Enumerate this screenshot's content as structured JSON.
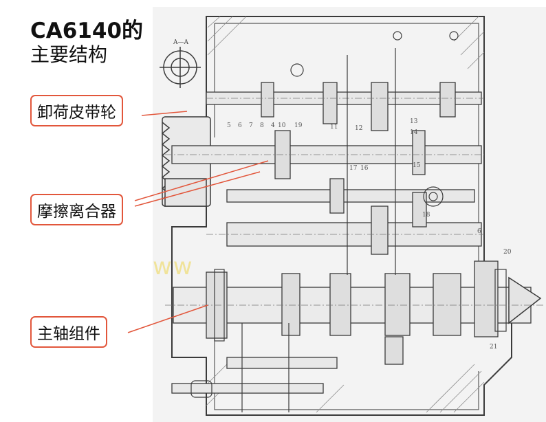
{
  "title": {
    "line1": "CA6140的",
    "line2": "主要结构"
  },
  "callouts": {
    "pulley": "卸荷皮带轮",
    "clutch": "摩擦离合器",
    "spindle": "主轴组件"
  },
  "watermark": "ww",
  "drawing_labels": {
    "section": "A—A",
    "numbers": [
      "5",
      "6",
      "7",
      "8",
      "4",
      "10",
      "11",
      "12",
      "13",
      "14",
      "15",
      "16",
      "17",
      "18",
      "19",
      "20",
      "21",
      "6"
    ]
  },
  "colors": {
    "callout_border": "#e2563b",
    "leader_line": "#e2563b",
    "drawing_line": "#3a3a3a",
    "drawing_bg": "#f1f1f1"
  }
}
